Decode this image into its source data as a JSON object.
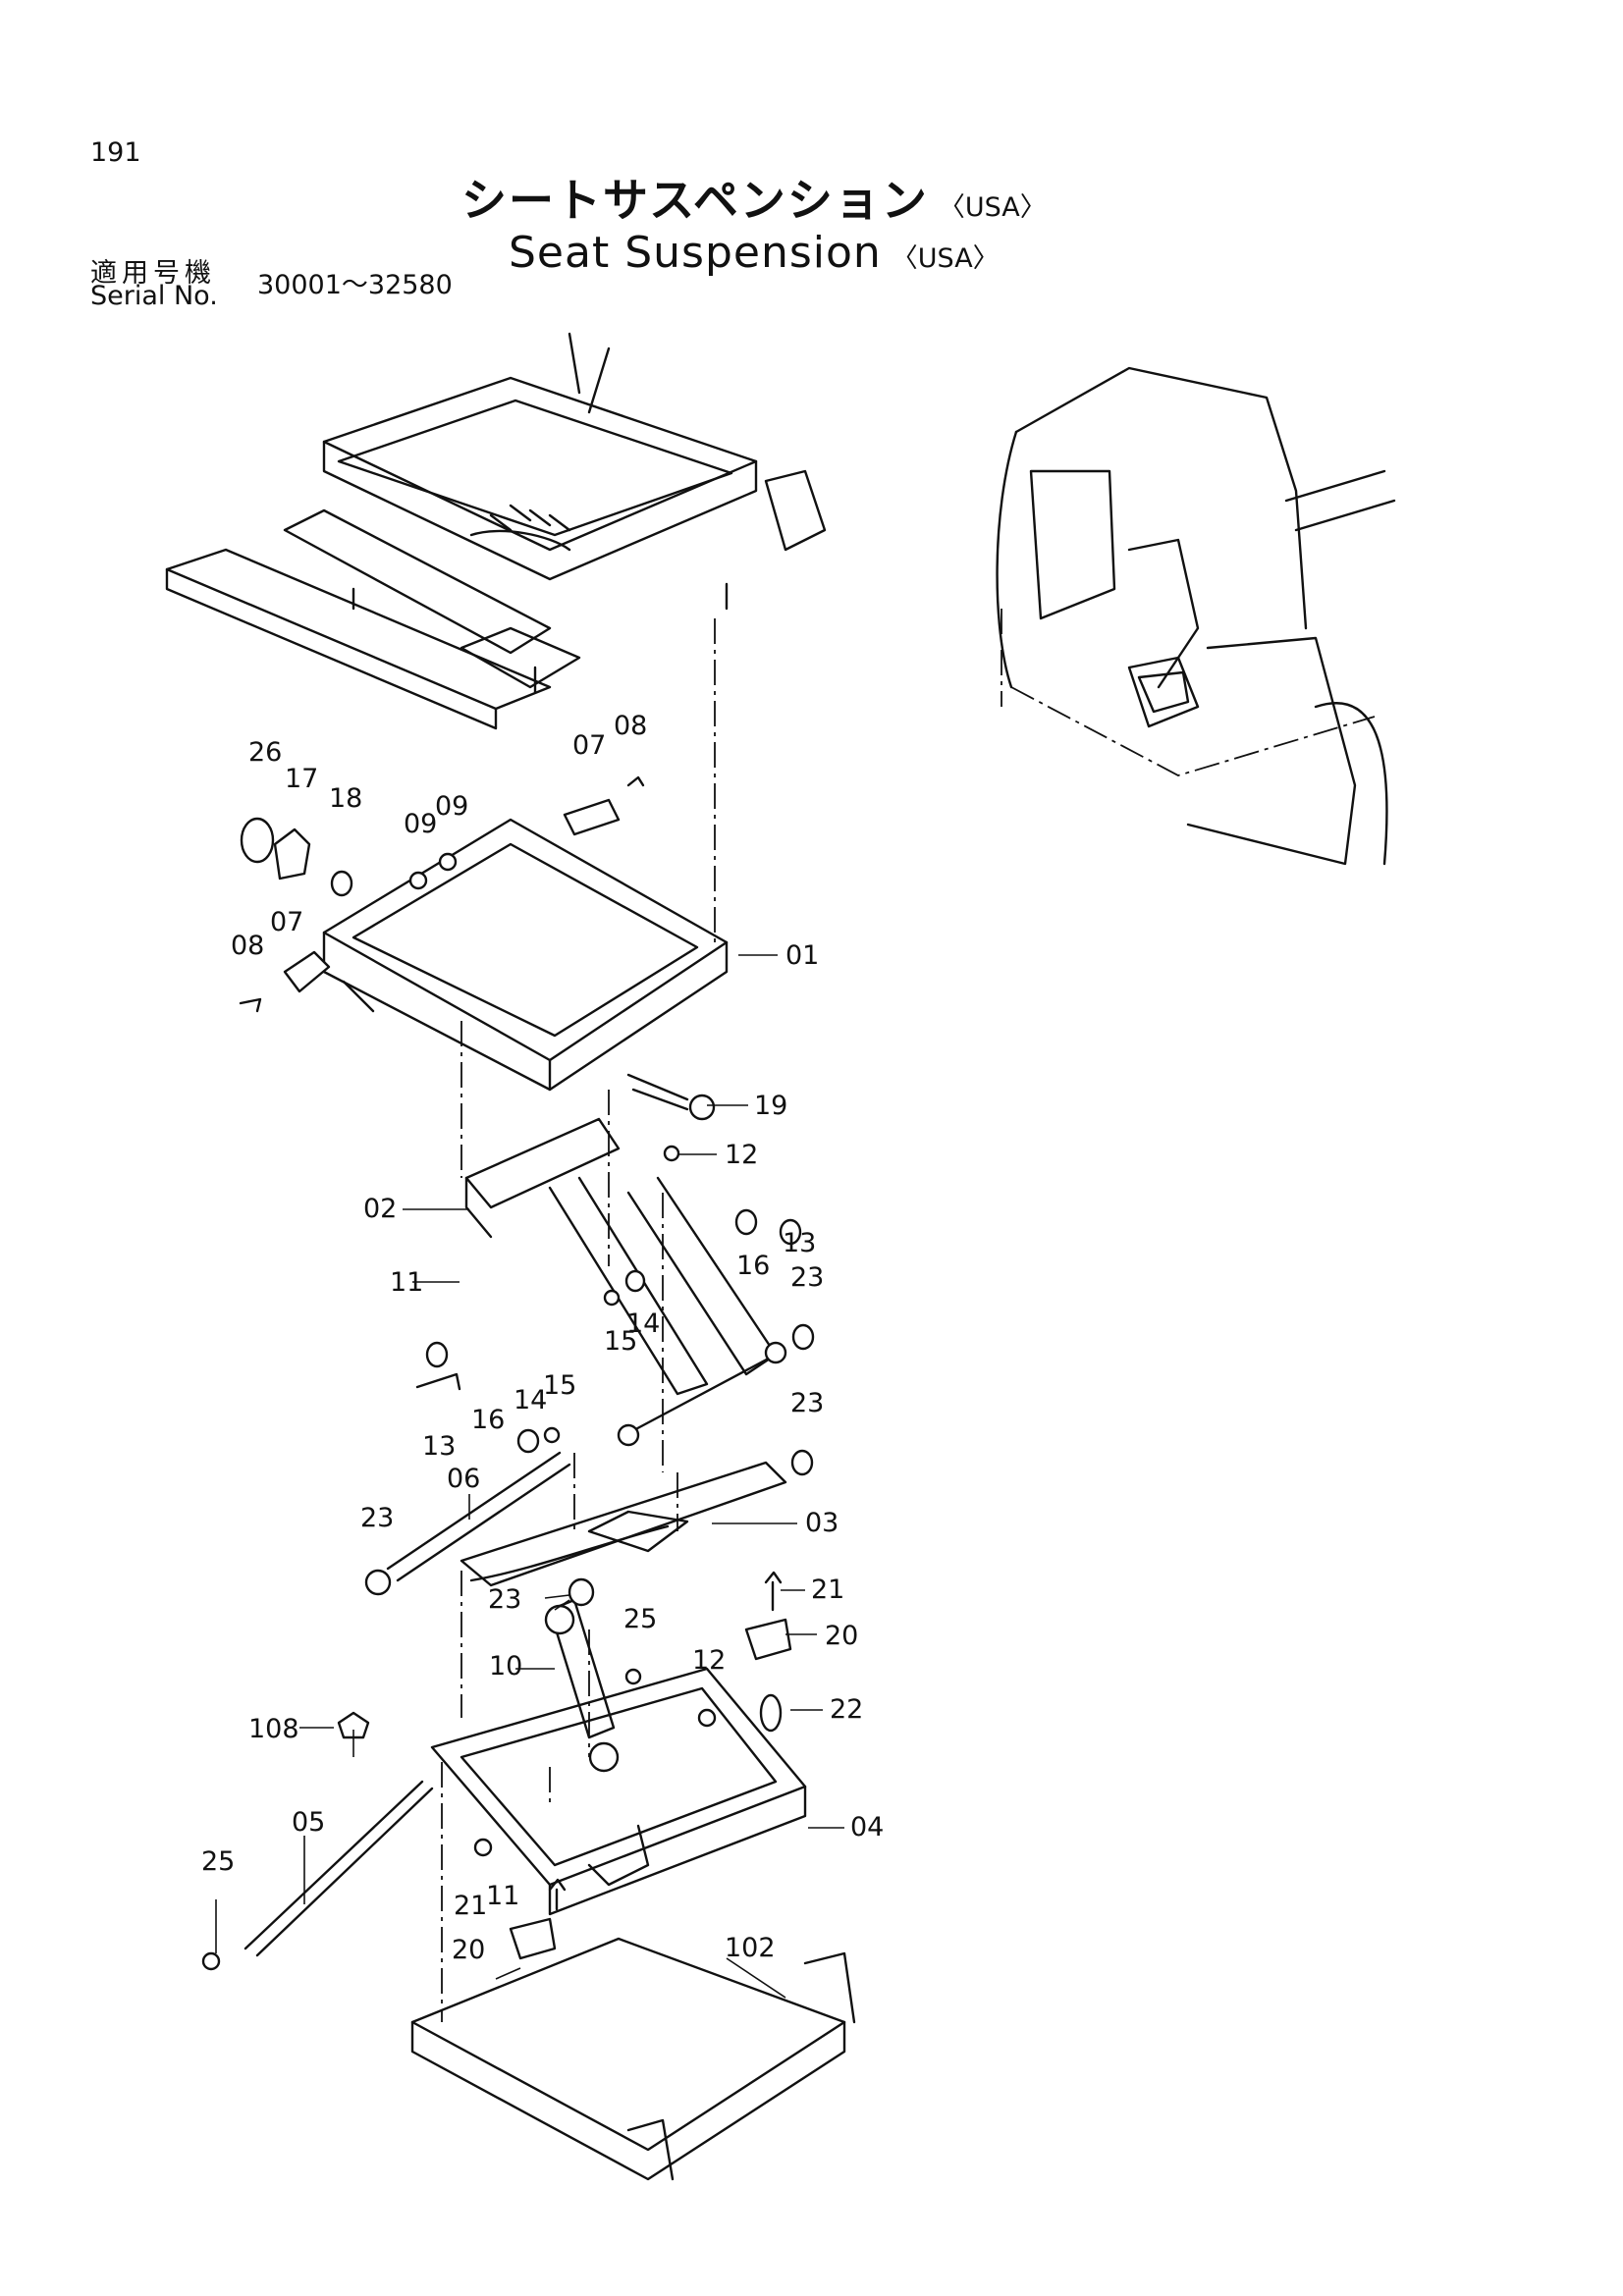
{
  "page": {
    "number": "191",
    "title_jp": "シートサスペンション",
    "title_jp_suffix": "〈USA〉",
    "title_en": "Seat  Suspension",
    "title_en_suffix": "〈USA〉",
    "serial_label_jp": "適用号機",
    "serial_label_en": "Serial No.",
    "serial_range": "30001～32580"
  },
  "callouts": [
    "01",
    "02",
    "03",
    "04",
    "05",
    "06",
    "07",
    "08",
    "09",
    "10",
    "11",
    "12",
    "13",
    "14",
    "15",
    "16",
    "17",
    "18",
    "19",
    "20",
    "21",
    "22",
    "23",
    "25",
    "26",
    "102",
    "108"
  ]
}
